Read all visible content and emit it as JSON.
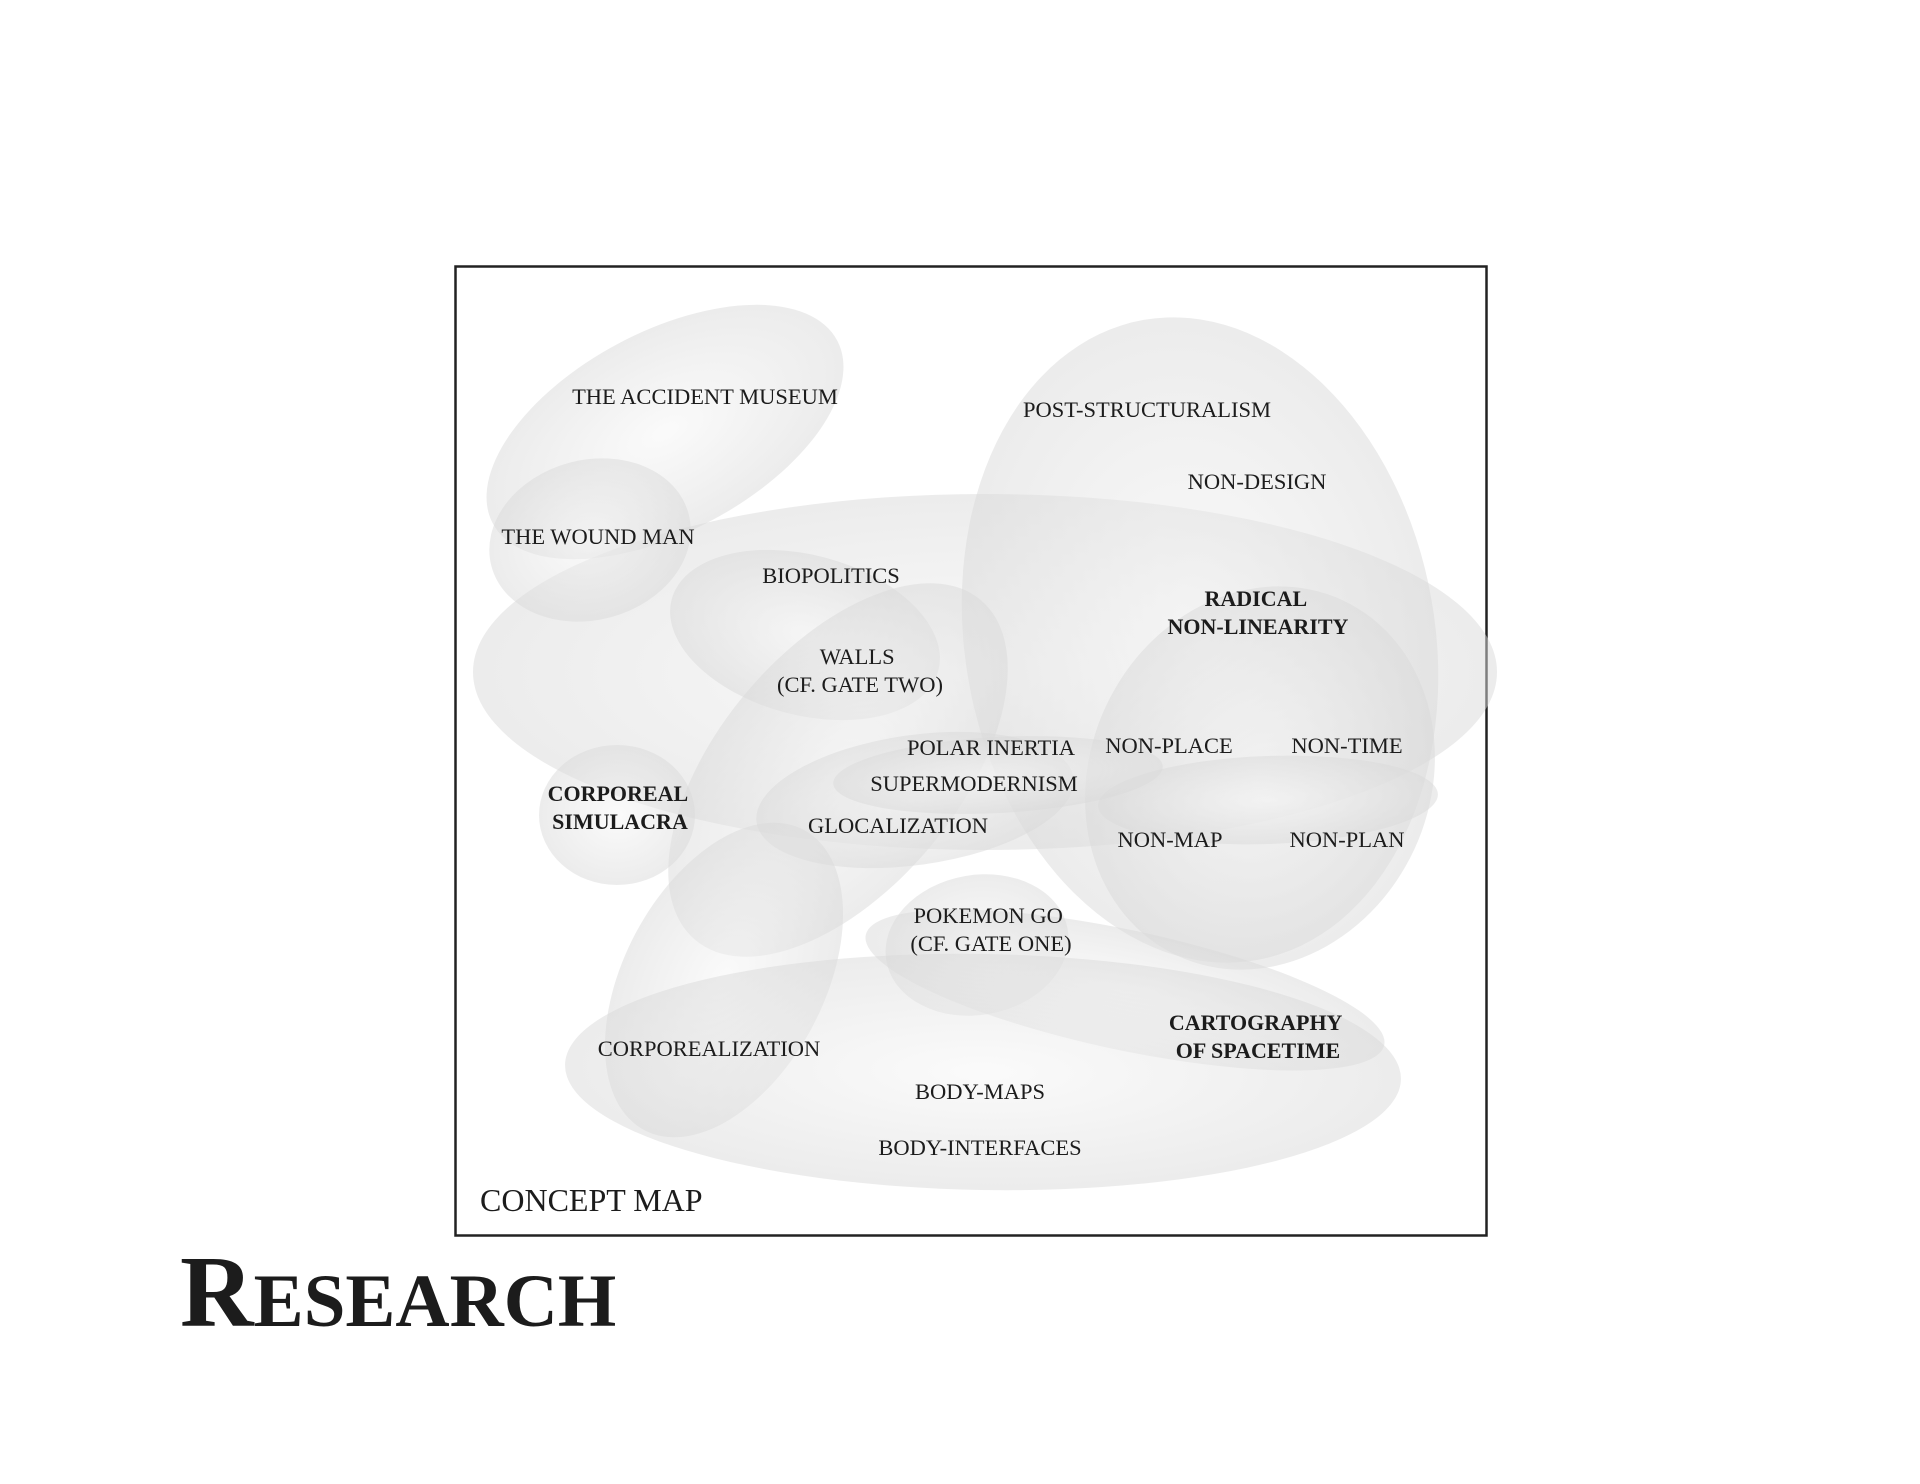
{
  "diagram": {
    "caption": "CONCEPT MAP",
    "concepts": [
      {
        "id": "accident-museum",
        "lines": [
          "THE ACCIDENT MUSEUM"
        ],
        "bold": false
      },
      {
        "id": "wound-man",
        "lines": [
          "THE WOUND MAN"
        ],
        "bold": false
      },
      {
        "id": "post-structuralism",
        "lines": [
          "POST-STRUCTURALISM"
        ],
        "bold": false
      },
      {
        "id": "non-design",
        "lines": [
          "NON-DESIGN"
        ],
        "bold": false
      },
      {
        "id": "biopolitics",
        "lines": [
          "BIOPOLITICS"
        ],
        "bold": false
      },
      {
        "id": "radical-non-linearity",
        "lines": [
          "RADICAL",
          "NON-LINEARITY"
        ],
        "bold": true
      },
      {
        "id": "walls",
        "lines": [
          "WALLS",
          "(CF. GATE TWO)"
        ],
        "bold": false
      },
      {
        "id": "polar-inertia",
        "lines": [
          "POLAR INERTIA"
        ],
        "bold": false
      },
      {
        "id": "non-place",
        "lines": [
          "NON-PLACE"
        ],
        "bold": false
      },
      {
        "id": "non-time",
        "lines": [
          "NON-TIME"
        ],
        "bold": false
      },
      {
        "id": "supermodernism",
        "lines": [
          "SUPERMODERNISM"
        ],
        "bold": false
      },
      {
        "id": "corporeal-simulacra",
        "lines": [
          "CORPOREAL",
          "SIMULACRA"
        ],
        "bold": true
      },
      {
        "id": "glocalization",
        "lines": [
          "GLOCALIZATION"
        ],
        "bold": false
      },
      {
        "id": "non-map",
        "lines": [
          "NON-MAP"
        ],
        "bold": false
      },
      {
        "id": "non-plan",
        "lines": [
          "NON-PLAN"
        ],
        "bold": false
      },
      {
        "id": "pokemon-go",
        "lines": [
          "POKEMON GO",
          "(CF. GATE ONE)"
        ],
        "bold": false
      },
      {
        "id": "cartography-of-spacetime",
        "lines": [
          "CARTOGRAPHY",
          "OF SPACETIME"
        ],
        "bold": true
      },
      {
        "id": "corporealization",
        "lines": [
          "CORPOREALIZATION"
        ],
        "bold": false
      },
      {
        "id": "body-maps",
        "lines": [
          "BODY-MAPS"
        ],
        "bold": false
      },
      {
        "id": "body-interfaces",
        "lines": [
          "BODY-INTERFACES"
        ],
        "bold": false
      }
    ]
  },
  "heading": {
    "initial": "R",
    "rest": "ESEARCH"
  },
  "colors": {
    "ellipse_center": "#f6f6f6",
    "ellipse_edge": "#d9d9d9",
    "frame": "#222222",
    "text": "#1c1c1c"
  }
}
